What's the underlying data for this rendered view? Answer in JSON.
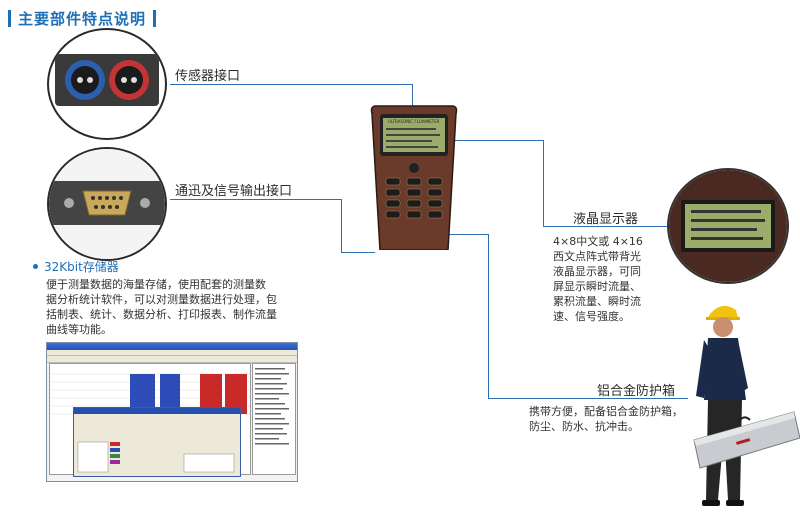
{
  "header": {
    "title": "主要部件特点说明"
  },
  "callouts": {
    "sensor": "传感器接口",
    "comm": "通迅及信号输出接口",
    "lcd": "液晶显示器",
    "case": "铝合金防护箱"
  },
  "storage": {
    "title": "32Kbit存储器",
    "lines": [
      "便于测量数据的海量存储，使用配套的测量数",
      "据分析统计软件，可以对测量数据进行处理，包",
      "括制表、统计、数据分析、打印报表、制作流量",
      "曲线等功能。"
    ]
  },
  "lcd_desc": {
    "lines": [
      "4×8中文或 4×16",
      "西文点阵式带背光",
      "液晶显示器，可同",
      "屏显示瞬时流量、",
      "累积流量、瞬时流",
      "速、信号强度。"
    ]
  },
  "case_desc": {
    "lines": [
      "携带方便，配备铝合金防护箱，",
      "防尘、防水、抗冲击。"
    ]
  },
  "device": {
    "brand": "ULTRASONIC FLOWMETER"
  },
  "colors": {
    "accent": "#1f6fb5",
    "lead_line": "#2f6fb4",
    "device_body": "#6a3a2a",
    "lcd_green": "#9aab6a"
  }
}
